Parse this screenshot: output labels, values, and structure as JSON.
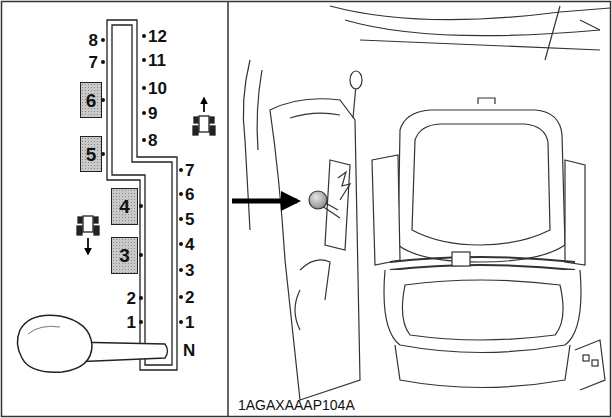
{
  "diagram": {
    "nodes": [
      {
        "text": [
          "6"
        ]
      },
      {
        "text": [
          "5"
        ]
      },
      {
        "text": [
          "4"
        ]
      },
      {
        "text": [
          "3"
        ]
      }
    ],
    "labels": [
      "8",
      "7",
      "2",
      "1",
      "12",
      "11",
      "10",
      "9",
      "8",
      "7",
      "6",
      "5",
      "4",
      "3",
      "2",
      "1",
      "N",
      "1AGAXAAAP104A"
    ]
  }
}
